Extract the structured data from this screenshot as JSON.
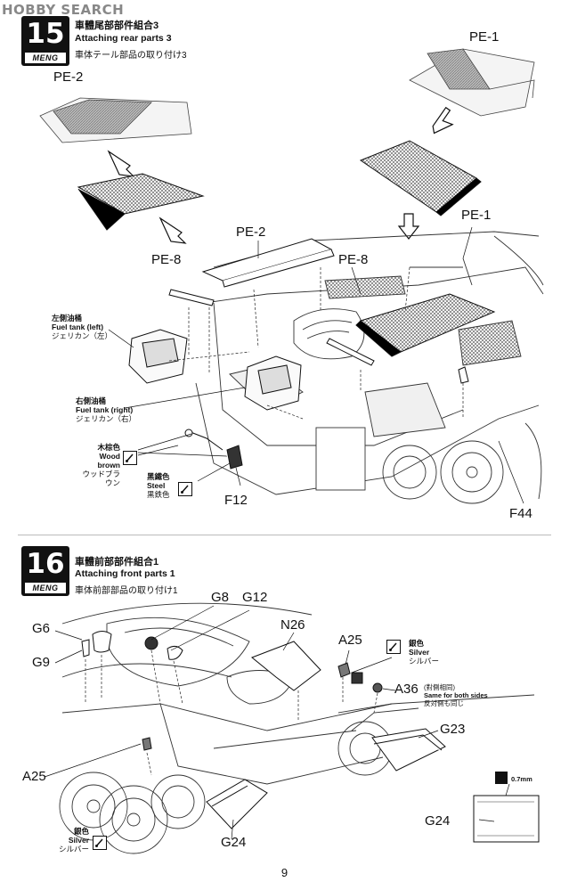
{
  "watermark": "HOBBY SEARCH",
  "steps": [
    {
      "number": "15",
      "brand": "MENG",
      "title_zh": "車體尾部部件組合3",
      "title_en": "Attaching rear parts 3",
      "title_ja": "車体テール部品の取り付け3"
    },
    {
      "number": "16",
      "brand": "MENG",
      "title_zh": "車體前部部件組合1",
      "title_en": "Attaching front parts 1",
      "title_ja": "車体前部部品の取り付け1"
    }
  ],
  "step15_parts": {
    "pe1_top": "PE-1",
    "pe2_top": "PE-2",
    "pe2_mid": "PE-2",
    "pe8_left": "PE-8",
    "pe8_right": "PE-8",
    "pe1_right": "PE-1",
    "f12": "F12",
    "f44": "F44"
  },
  "step15_labels": {
    "fuel_left_zh": "左側油桶",
    "fuel_left_en": "Fuel tank (left)",
    "fuel_left_ja": "ジェリカン（左）",
    "fuel_right_zh": "右側油桶",
    "fuel_right_en": "Fuel tank (right)",
    "fuel_right_ja": "ジェリカン（右）",
    "wood_zh": "木棕色",
    "wood_en": "Wood brown",
    "wood_ja": "ウッドブラウン",
    "steel_zh": "黑鐵色",
    "steel_en": "Steel",
    "steel_ja": "黒鉄色"
  },
  "step16_parts": {
    "g6": "G6",
    "g9": "G9",
    "g8": "G8",
    "g12": "G12",
    "n26": "N26",
    "a25_top": "A25",
    "a25_left": "A25",
    "a36": "A36",
    "g23": "G23",
    "g24_bottom": "G24",
    "g24_inset": "G24"
  },
  "step16_labels": {
    "silver_top_zh": "銀色",
    "silver_top_en": "Silver",
    "silver_top_ja": "シルバー",
    "silver_bottom_zh": "銀色",
    "silver_bottom_en": "Silver",
    "silver_bottom_ja": "シルバー",
    "both_sides_zh": "(對側相同)",
    "both_sides_en": "Same for both sides",
    "both_sides_ja": "反対側も同じ",
    "thickness": "0.7mm"
  },
  "page_number": "9"
}
